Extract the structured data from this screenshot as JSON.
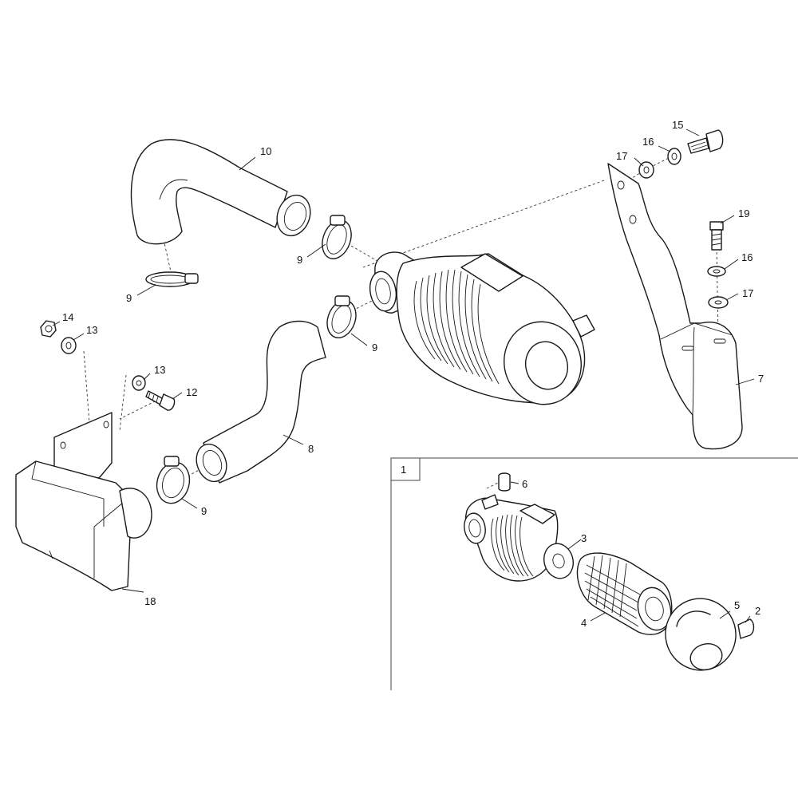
{
  "diagram": {
    "callouts": {
      "c1": "1",
      "c2": "2",
      "c3": "3",
      "c4": "4",
      "c5": "5",
      "c6": "6",
      "c7": "7",
      "c8": "8",
      "c9a": "9",
      "c9b": "9",
      "c9c": "9",
      "c9d": "9",
      "c10": "10",
      "c12": "12",
      "c13a": "13",
      "c13b": "13",
      "c14": "14",
      "c15": "15",
      "c16a": "16",
      "c16b": "16",
      "c17a": "17",
      "c17b": "17",
      "c18": "18",
      "c19": "19"
    },
    "colors": {
      "line": "#1a1a1a",
      "background": "#ffffff"
    }
  }
}
